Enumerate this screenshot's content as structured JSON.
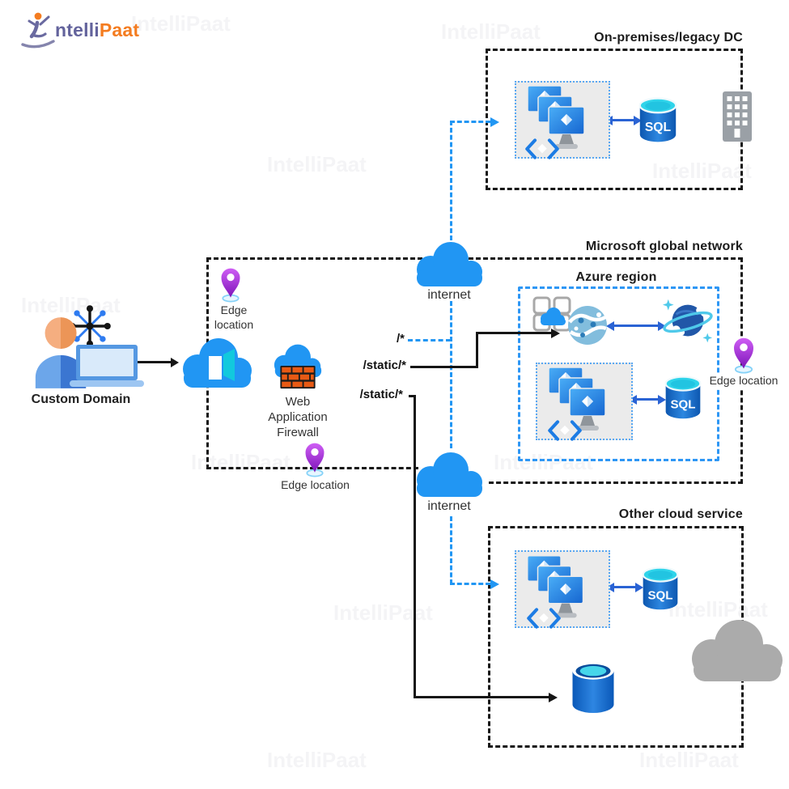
{
  "brand": {
    "logo_left": "ntelli",
    "logo_right": "Paat",
    "watermark_text": "IntelliPaat"
  },
  "colors": {
    "primary_blue": "#2196f3",
    "arrow_blue": "#2a63d4",
    "sql_cyan": "#2fd4ea",
    "pin_purple": "#9c27d9",
    "brick_orange": "#e4561a",
    "cloud_gray": "#ababab",
    "line_black": "#151515"
  },
  "left": {
    "custom_domain_label": "Custom Domain"
  },
  "front_door_zone": {
    "edge_top_label": "Edge location",
    "edge_bottom_label": "Edge location",
    "waf_label_lines": [
      "Web",
      "Application",
      "Firewall"
    ]
  },
  "internet": {
    "top_label": "internet",
    "bottom_label": "internet"
  },
  "routes": {
    "wildcard": "/*",
    "static_upper": "/static/*",
    "static_lower": "/static/*"
  },
  "onprem": {
    "title": "On-premises/legacy DC",
    "sql_label": "SQL"
  },
  "global_network": {
    "title": "Microsoft global network",
    "edge_label": "Edge location"
  },
  "azure_region": {
    "title": "Azure region",
    "sql_label": "SQL"
  },
  "other_cloud": {
    "title": "Other cloud service",
    "sql_label": "SQL"
  }
}
